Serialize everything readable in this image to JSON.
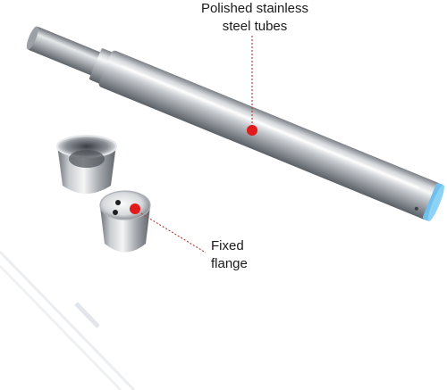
{
  "annotations": {
    "polished": {
      "line1": "Polished stainless",
      "line2": "steel tubes"
    },
    "flange": {
      "line1": "Fixed",
      "line2": "flange"
    }
  },
  "colors": {
    "marker": "#e11b1b",
    "callout_line": "#c0392b",
    "steel_light": "#f4f5f6",
    "steel_mid": "#b9bdc2",
    "steel_dark": "#6e737a",
    "end_cap": "#7fc8f0",
    "background": "#ffffff"
  }
}
